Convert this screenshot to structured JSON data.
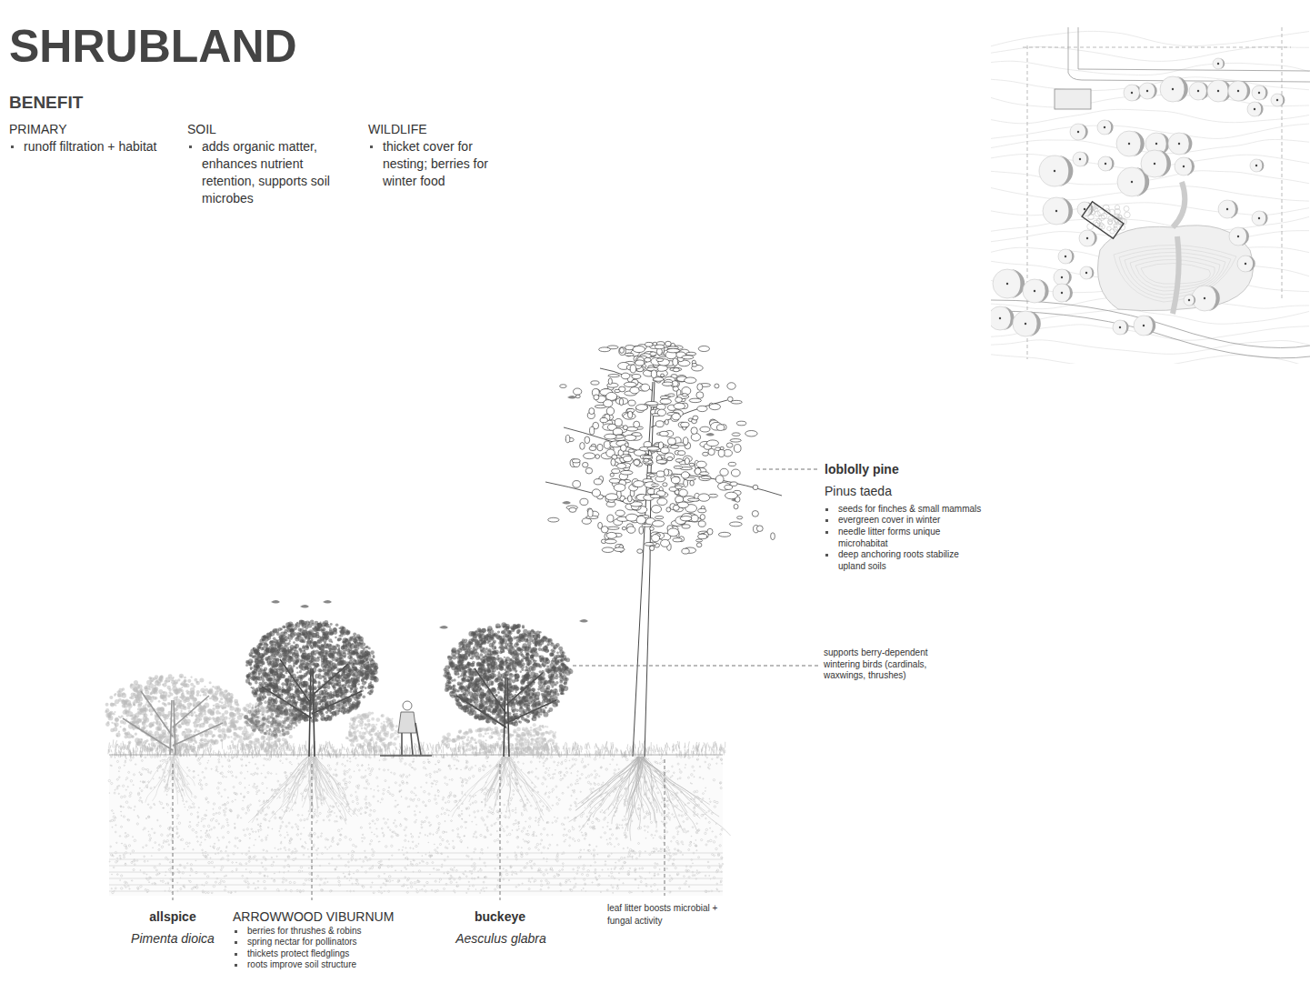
{
  "diagram": {
    "title": "SHRUBLAND",
    "labels": [
      "BENEFIT",
      "PRIMARY",
      "runoff filtration + habitat",
      "SOIL",
      "adds organic matter, enhances nutrient retention, supports soil microbes",
      "WILDLIFE",
      "thicket cover for nesting; berries for winter food",
      "loblolly pine",
      "Pinus taeda",
      "seeds for finches & small mammals",
      "evergreen cover in winter",
      "needle litter forms unique microhabitat",
      "deep anchoring roots stabilize upland soils",
      "supports berry-dependent wintering birds (cardinals, waxwings, thrushes)",
      "allspice",
      "Pimenta dioica",
      "ARROWWOOD VIBURNUM",
      "berries for thrushes & robins",
      "spring nectar for pollinators",
      "thickets protect fledglings",
      "roots improve soil structure",
      "buckeye",
      "Aesculus glabra",
      "leaf litter boosts microbial + fungal activity"
    ]
  }
}
